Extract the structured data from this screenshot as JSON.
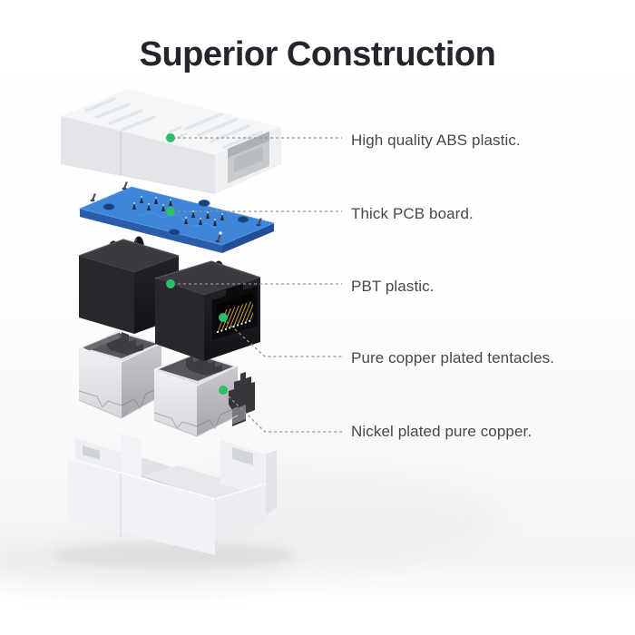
{
  "title": "Superior Construction",
  "callouts": [
    {
      "id": "abs",
      "label": "High quality ABS plastic.",
      "marker": "green-dot",
      "target_part": "top-shell"
    },
    {
      "id": "pcb",
      "label": "Thick PCB board.",
      "marker": "green-dot",
      "target_part": "pcb-board"
    },
    {
      "id": "pbt",
      "label": "PBT plastic.",
      "marker": "green-dot",
      "target_part": "pbt-connector-right"
    },
    {
      "id": "copper",
      "label": "Pure copper plated tentacles.",
      "marker": "green-dot",
      "target_part": "copper-contact-pins"
    },
    {
      "id": "nickel",
      "label": "Nickel plated pure copper.",
      "marker": "green-dot",
      "target_part": "shield-right"
    }
  ],
  "parts": [
    "top-shell",
    "pcb-board",
    "pbt-connector-left",
    "pbt-connector-right",
    "copper-contact-pins",
    "shield-left",
    "shield-right",
    "bottom-shell"
  ],
  "colors": {
    "marker_green": "#2bc06e",
    "leader_dash": "#949494",
    "title_text": "#23262c",
    "label_text": "#45484d",
    "pcb_blue": "#3e86d9",
    "pbt_black": "#27272c",
    "metal_silver": "#d9dbde",
    "shell_white": "#f2f3f5",
    "copper_gold": "#c79e44"
  }
}
